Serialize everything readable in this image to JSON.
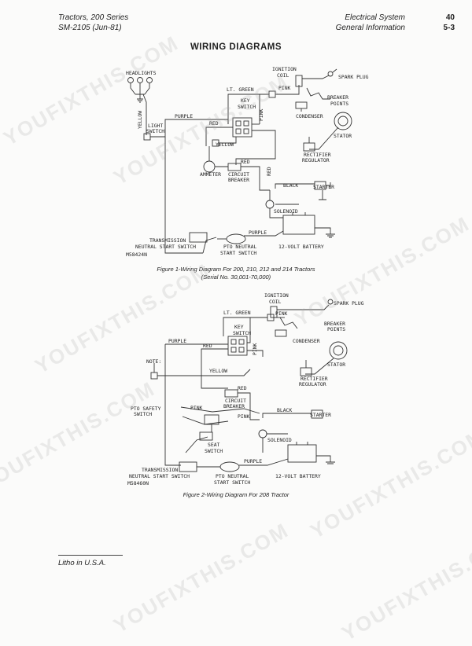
{
  "header": {
    "series": "Tractors, 200 Series",
    "manual": "SM-2105   (Jun-81)",
    "section": "Electrical System",
    "subsection": "General Information",
    "section_num": "40",
    "page_num": "5-3"
  },
  "title": "WIRING DIAGRAMS",
  "fig1": {
    "labels": {
      "headlights": "HEADLIGHTS",
      "ignition": "IGNITION",
      "coil": "COIL",
      "lt_green": "LT. GREEN",
      "pink": "PINK",
      "pink2": "PINK",
      "spark_plug": "SPARK PLUG",
      "breaker": "BREAKER",
      "points": "POINTS",
      "key": "KEY",
      "switch": "SWITCH",
      "yellow": "YELLOW",
      "light": "LIGHT",
      "light_switch": "SWITCH",
      "purple": "PURPLE",
      "red": "RED",
      "condenser": "CONDENSER",
      "stator": "STATOR",
      "yellow2": "YELLOW",
      "rectifier": "RECTIFIER",
      "regulator": "REGULATOR",
      "red2": "RED",
      "ammeter": "AMMETER",
      "circuit": "CIRCUIT",
      "breaker2": "BREAKER",
      "red3": "RED",
      "black": "BLACK",
      "starter": "STARTER",
      "solenoid": "SOLENOID",
      "purple2": "PURPLE",
      "transmission": "TRANSMISSION",
      "neutral": "NEUTRAL START SWITCH",
      "code": "M58424N",
      "pto": "PTO NEUTRAL",
      "pto2": "START SWITCH",
      "battery": "12-VOLT BATTERY"
    },
    "caption1": "Figure 1-Wiring Diagram For 200, 210, 212 and 214 Tractors",
    "caption2": "(Serial No. 30,001-70,000)"
  },
  "fig2": {
    "labels": {
      "ignition": "IGNITION",
      "coil": "COIL",
      "spark_plug": "SPARK PLUG",
      "lt_green": "LT. GREEN",
      "pink": "PINK",
      "breaker": "BREAKER",
      "points": "POINTS",
      "key": "KEY",
      "switch": "SWITCH",
      "condenser": "CONDENSER",
      "purple": "PURPLE",
      "red": "RED",
      "pink_v": "PINK",
      "stator": "STATOR",
      "note": "NOTE:",
      "yellow": "YELLOW",
      "rectifier": "RECTIFIER",
      "regulator": "REGULATOR",
      "red2": "RED",
      "circuit": "CIRCUIT",
      "breaker2": "BREAKER",
      "pto_safety": "PTO SAFETY",
      "pto_safety2": "SWITCH",
      "pink2": "PINK",
      "pink3": "PINK",
      "black": "BLACK",
      "starter": "STARTER",
      "solenoid": "SOLENOID",
      "seat": "SEAT",
      "seat2": "SWITCH",
      "purple2": "PURPLE",
      "transmission": "TRANSMISSION",
      "neutral": "NEUTRAL START SWITCH",
      "code": "M58460N",
      "pto": "PTO NEUTRAL",
      "pto2": "START SWITCH",
      "battery": "12-VOLT BATTERY"
    },
    "caption": "Figure 2-Wiring Diagram For 208 Tractor"
  },
  "footer": "Litho in U.S.A.",
  "watermark": "YOUFIXTHIS.COM"
}
